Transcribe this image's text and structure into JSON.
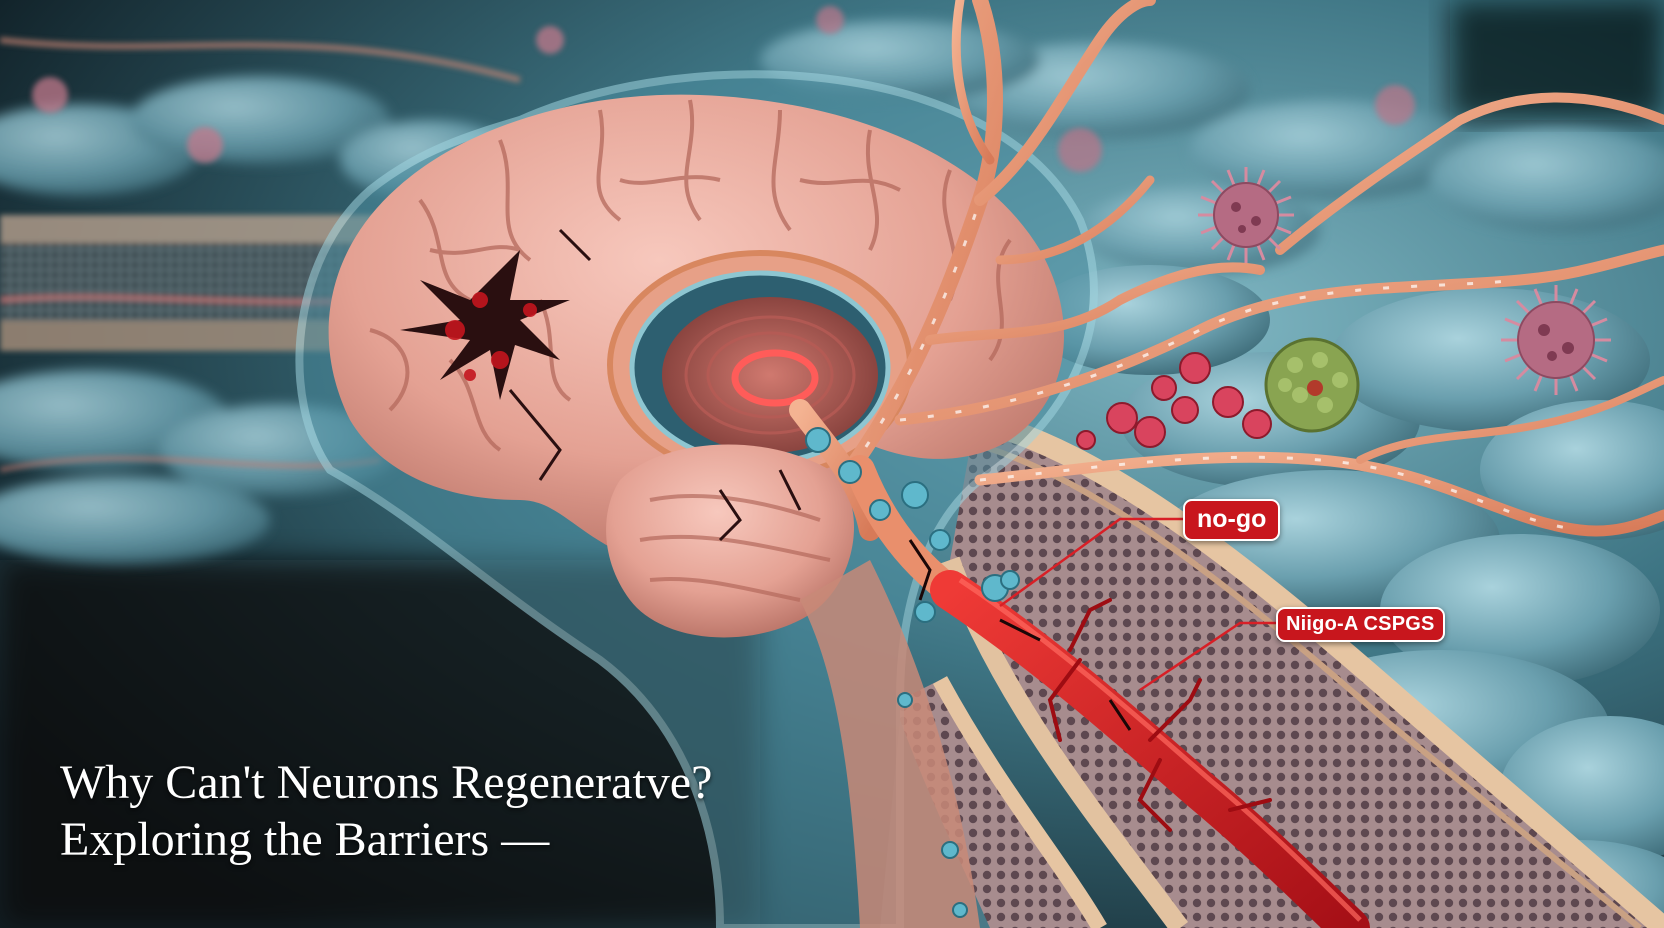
{
  "caption": {
    "line1": "Why Can't Neurons Regeneratve?",
    "line2": "Exploring the Barriers —"
  },
  "callouts": {
    "nogo": "no-go",
    "nogo_a": "Niigo-A  CSPGS"
  },
  "colors": {
    "background_tissue": "#5b96a6",
    "brain": "#e9a99c",
    "neuron": "#eb9775",
    "damaged_axon": "#d51f23",
    "callout": "#c8161d"
  }
}
